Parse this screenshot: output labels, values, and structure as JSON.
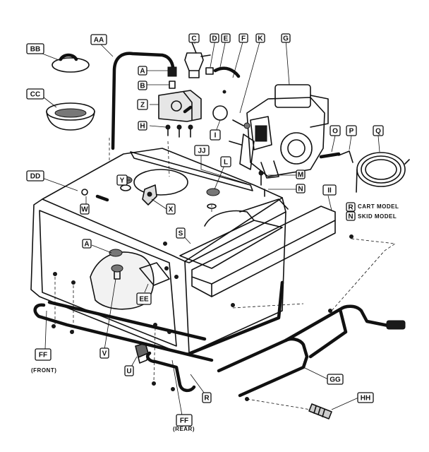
{
  "callouts": [
    {
      "id": "AA",
      "label": "AA"
    },
    {
      "id": "BB",
      "label": "BB"
    },
    {
      "id": "CC",
      "label": "CC"
    },
    {
      "id": "DD",
      "label": "DD"
    },
    {
      "id": "A_top",
      "label": "A"
    },
    {
      "id": "B",
      "label": "B"
    },
    {
      "id": "C",
      "label": "C"
    },
    {
      "id": "D",
      "label": "D"
    },
    {
      "id": "E",
      "label": "E"
    },
    {
      "id": "F",
      "label": "F"
    },
    {
      "id": "K",
      "label": "K"
    },
    {
      "id": "G",
      "label": "G"
    },
    {
      "id": "Z",
      "label": "Z"
    },
    {
      "id": "H",
      "label": "H"
    },
    {
      "id": "I",
      "label": "I"
    },
    {
      "id": "JJ",
      "label": "JJ"
    },
    {
      "id": "L",
      "label": "L"
    },
    {
      "id": "M",
      "label": "M"
    },
    {
      "id": "N_engine",
      "label": "N"
    },
    {
      "id": "O",
      "label": "O"
    },
    {
      "id": "P",
      "label": "P"
    },
    {
      "id": "Q",
      "label": "Q"
    },
    {
      "id": "Y",
      "label": "Y"
    },
    {
      "id": "W",
      "label": "W"
    },
    {
      "id": "X",
      "label": "X"
    },
    {
      "id": "II",
      "label": "II"
    },
    {
      "id": "R_legend",
      "label": "R"
    },
    {
      "id": "N_legend",
      "label": "N"
    },
    {
      "id": "S",
      "label": "S"
    },
    {
      "id": "A_tank",
      "label": "A"
    },
    {
      "id": "EE",
      "label": "EE"
    },
    {
      "id": "V",
      "label": "V"
    },
    {
      "id": "U",
      "label": "U"
    },
    {
      "id": "FF_front",
      "label": "FF"
    },
    {
      "id": "FF_rear",
      "label": "FF"
    },
    {
      "id": "R_bottom",
      "label": "R"
    },
    {
      "id": "GG",
      "label": "GG"
    },
    {
      "id": "HH",
      "label": "HH"
    }
  ],
  "legend": {
    "cart_model": "CART MODEL",
    "skid_model": "SKID MODEL"
  },
  "captions": {
    "front": "(FRONT)",
    "rear": "(REAR)"
  }
}
